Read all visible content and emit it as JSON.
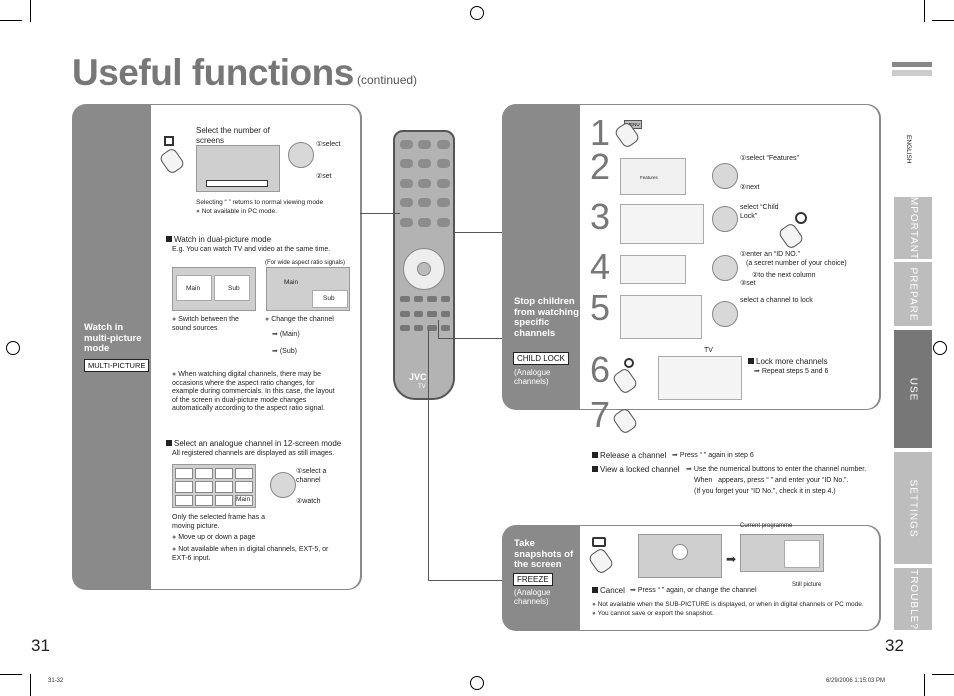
{
  "header": {
    "title": "Useful functions",
    "subtitle": "(continued)"
  },
  "left": {
    "section_title": "Watch in multi-picture mode",
    "tag": "MULTI-PICTURE",
    "number_of_screens": "Select the number of screens",
    "select": "①select",
    "set": "②set",
    "selecting_note": "Selecting “          ” returns to normal viewing mode",
    "not_pc": "Not available in PC mode.",
    "dual_heading": "Watch in dual-picture mode",
    "dual_eg": "E.g. You can watch TV and video at the same time.",
    "wide_note": "(For wide aspect ratio signals)",
    "main": "Main",
    "sub": "Sub",
    "switch_sound": "Switch between the sound sources",
    "change_channel": "Change the channel",
    "main_paren": "(Main)",
    "sub_paren": "(Sub)",
    "digital_note": "When watching digital channels, there may be occasions where the aspect ratio changes, for example during commercials. In this case, the layout of the screen in dual-picture mode changes automatically according to the aspect ratio signal.",
    "twelve_heading": "Select an analogue channel in 12-screen mode",
    "twelve_desc": "All registered channels are displayed as still images.",
    "select_channel": "①select a channel",
    "watch": "②watch",
    "moving_picture": "Only the selected frame has a moving picture.",
    "move_page": "Move up or down a page",
    "not_digital": "Not available when in digital channels, EXT-5, or EXT-6 input."
  },
  "remote": {
    "brand": "JVC",
    "label": "TV"
  },
  "right": {
    "stop_title": "Stop children from watching specific channels",
    "child_lock": "CHILD LOCK",
    "analogue": "(Analogue channels)",
    "s2_select": "①select “Features”",
    "s2_next": "②next",
    "s3_select": "select “Child Lock”",
    "s4_enter": "①enter an “ID NO.”",
    "s4_secret": "(a secret number of your choice)",
    "s4_next": "②to the next column",
    "s4_set": "③set",
    "s5_lock": "select a channel to lock",
    "lock_more": "Lock more channels",
    "repeat": "Repeat steps 5 and 6",
    "release": "Release a channel",
    "release_desc": "Press “   ” again in step 6",
    "view_locked": "View a locked channel",
    "view_desc1": "Use the numerical buttons to enter the channel number.",
    "view_desc2": "When   appears, press “   ” and enter your “ID No.”.",
    "view_desc3": "(If you forget your “ID No.”, check it in step 4.)",
    "menu_label": "MENU",
    "features_label": "Features",
    "tv_label": "TV",
    "snap_title": "Take snapshots of the screen",
    "freeze": "FREEZE",
    "snap_analogue": "(Analogue channels)",
    "current": "Current programme",
    "still": "Still picture",
    "cancel": "Cancel",
    "cancel_desc": "Press “   ” again, or change the channel",
    "snap_note1": "Not available when the SUB-PICTURE is displayed, or when in digital channels or PC mode.",
    "snap_note2": "You cannot save or export the snapshot."
  },
  "tabs": {
    "english": "ENGLISH",
    "important": "IMPORTANT!",
    "prepare": "PREPARE",
    "use": "USE",
    "settings": "SETTINGS",
    "trouble": "TROUBLE?"
  },
  "footer": {
    "page_left": "31",
    "page_right": "32",
    "file": "31-32",
    "date": "6/29/2006   1:15:03 PM"
  },
  "steps": [
    "1",
    "2",
    "3",
    "4",
    "5",
    "6",
    "7"
  ]
}
